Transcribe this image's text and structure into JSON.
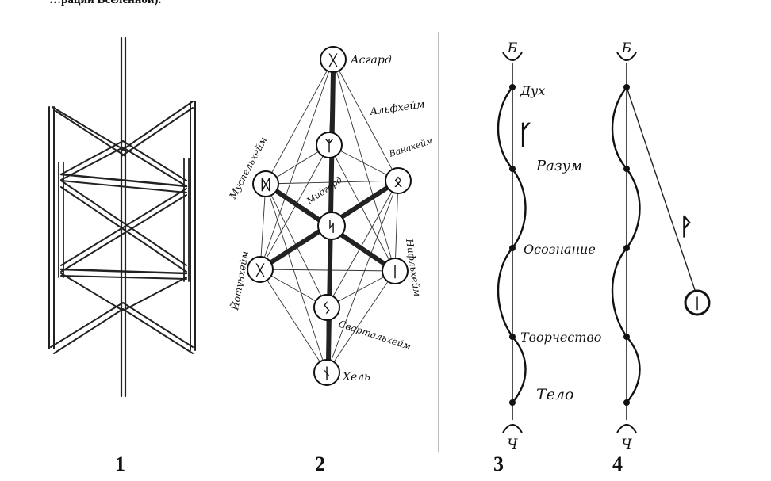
{
  "header_fragment": "…рации Вселенной).",
  "figures": {
    "fig1": {
      "number": "1"
    },
    "fig2": {
      "number": "2",
      "worlds": {
        "asgard": "Асгард",
        "alfheim": "Альфхейм",
        "vanaheim": "Ванахейм",
        "muspelheim": "Муспельхейм",
        "midgard": "Мидгард",
        "jotunheim": "Йотунхейм",
        "niflheim": "Нифльхейм",
        "svartalfheim": "Свартальхейм",
        "hel": "Хель"
      },
      "runes": {
        "asgard": "ᚷ",
        "alfheim": "ᛉ",
        "vanaheim": "ᛟ",
        "muspelheim": "ᛞ",
        "midgard": "ᛋ",
        "jotunheim": "ᚷ",
        "niflheim": "ᛁ",
        "svartalfheim": "ᛊ",
        "hel": "ᚾ"
      }
    },
    "fig3": {
      "number": "3",
      "top": "Б",
      "bottom": "Ч",
      "rune": "ᚴ",
      "levels": [
        "Дух",
        "Разум",
        "Осознание",
        "Творчество",
        "Тело"
      ]
    },
    "fig4": {
      "number": "4",
      "top": "Б",
      "bottom": "Ч",
      "rune": "ᚹ",
      "circle_rune": "ᛁ"
    }
  }
}
